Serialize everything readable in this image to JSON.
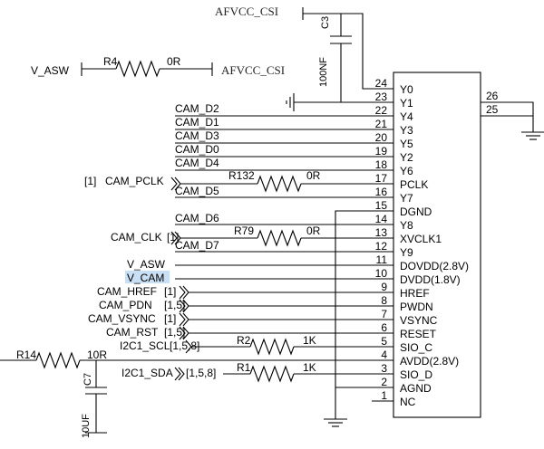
{
  "power": {
    "afvcc_top": "AFVCC_CSI",
    "afvcc_right": "AFVCC_CSI",
    "v_asw_left": "V_ASW"
  },
  "components": {
    "c3": {
      "ref": "C3",
      "value": "100NF"
    },
    "r4": {
      "ref": "R4",
      "value": "0R"
    },
    "r132": {
      "ref": "R132",
      "value": "0R"
    },
    "r79": {
      "ref": "R79",
      "value": "0R"
    },
    "r2": {
      "ref": "R2",
      "value": "1K"
    },
    "r1": {
      "ref": "R1",
      "value": "1K"
    },
    "r14": {
      "ref": "R14",
      "value": "10R"
    },
    "c7": {
      "ref": "C7",
      "value": "10UF"
    }
  },
  "connector": {
    "pins_left": [
      {
        "num": "24",
        "label": "Y0"
      },
      {
        "num": "23",
        "label": "Y1"
      },
      {
        "num": "22",
        "label": "Y4"
      },
      {
        "num": "21",
        "label": "Y3"
      },
      {
        "num": "20",
        "label": "Y5"
      },
      {
        "num": "19",
        "label": "Y2"
      },
      {
        "num": "18",
        "label": "Y6"
      },
      {
        "num": "17",
        "label": "PCLK"
      },
      {
        "num": "16",
        "label": "Y7"
      },
      {
        "num": "15",
        "label": "DGND"
      },
      {
        "num": "14",
        "label": "Y8"
      },
      {
        "num": "13",
        "label": "XVCLK1"
      },
      {
        "num": "12",
        "label": "Y9"
      },
      {
        "num": "11",
        "label": "DOVDD(2.8V)"
      },
      {
        "num": "10",
        "label": "DVDD(1.8V)"
      },
      {
        "num": "9",
        "label": "HREF"
      },
      {
        "num": "8",
        "label": "PWDN"
      },
      {
        "num": "7",
        "label": "VSYNC"
      },
      {
        "num": "6",
        "label": "RESET"
      },
      {
        "num": "5",
        "label": "SIO_C"
      },
      {
        "num": "4",
        "label": "AVDD(2.8V)"
      },
      {
        "num": "3",
        "label": "SIO_D"
      },
      {
        "num": "2",
        "label": "AGND"
      },
      {
        "num": "1",
        "label": "NC"
      }
    ],
    "pins_right": [
      "26",
      "25"
    ]
  },
  "nets": {
    "cam_d2": "CAM_D2",
    "cam_d1": "CAM_D1",
    "cam_d3": "CAM_D3",
    "cam_d0": "CAM_D0",
    "cam_d4": "CAM_D4",
    "cam_pclk": "CAM_PCLK",
    "cam_pclk_ref": "[1]",
    "cam_d5": "CAM_D5",
    "cam_d6": "CAM_D6",
    "cam_clk": "CAM_CLK",
    "cam_clk_ref": "[1]",
    "cam_d7": "CAM_D7",
    "v_asw": "V_ASW",
    "v_cam": "V_CAM",
    "cam_href": "CAM_HREF",
    "cam_href_ref": "[1]",
    "cam_pdn": "CAM_PDN",
    "cam_pdn_ref": "[1,5]",
    "cam_vsync": "CAM_VSYNC",
    "cam_vsync_ref": "[1]",
    "cam_rst": "CAM_RST",
    "cam_rst_ref": "[1,5]",
    "i2c1_scl": "I2C1_SCL",
    "i2c1_scl_ref": "[1,5,8]",
    "i2c1_sda": "I2C1_SDA",
    "i2c1_sda_ref": "[1,5,8]"
  },
  "colors": {
    "highlight": "#c9dff3"
  }
}
